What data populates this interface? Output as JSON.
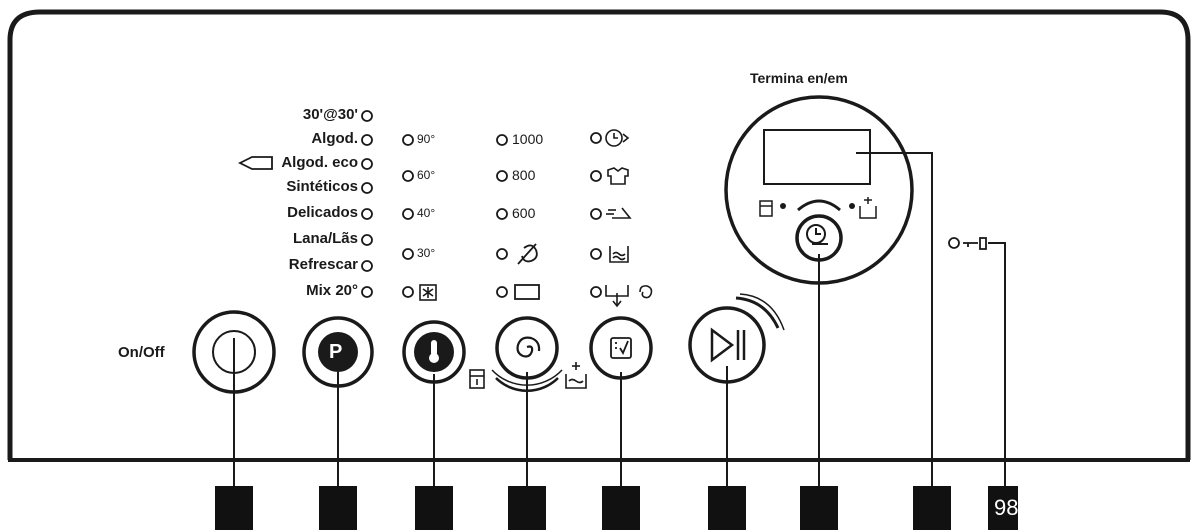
{
  "display_title": "Termina en/em",
  "on_off_label": "On/Off",
  "programs": [
    "30'@30'",
    "Algod.",
    "Algod. eco",
    "Sintéticos",
    "Delicados",
    "Lana/Lãs",
    "Refrescar",
    "Mix 20°"
  ],
  "temperatures": [
    "90°",
    "60°",
    "40°",
    "30°"
  ],
  "spin_speeds": [
    "1000",
    "800",
    "600"
  ],
  "buttons": {
    "program": "P"
  },
  "page_number": "98",
  "colors": {
    "ink": "#1a1a1a",
    "marker": "#111111",
    "background": "#ffffff"
  },
  "icons": {
    "temperature": "thermometer-icon",
    "spin": "spin-spiral-icon",
    "options": "checkbox-icon",
    "start_pause": "play-pause-icon",
    "delay": "clock-icon",
    "child_lock": "key-lock-icon",
    "no_spin": "no-spin-icon",
    "rinse_hold": "rinse-hold-icon",
    "cold": "cold-wash-icon",
    "time_saver": "time-saver-icon",
    "easy_iron": "easy-iron-icon",
    "stain": "stain-icon",
    "extra_rinse": "extra-rinse-icon",
    "drain_spin": "drain-spin-icon",
    "prewash": "prewash-icon",
    "time_manager": "time-manager-icon",
    "eco_leaf": "eco-tag-icon"
  }
}
